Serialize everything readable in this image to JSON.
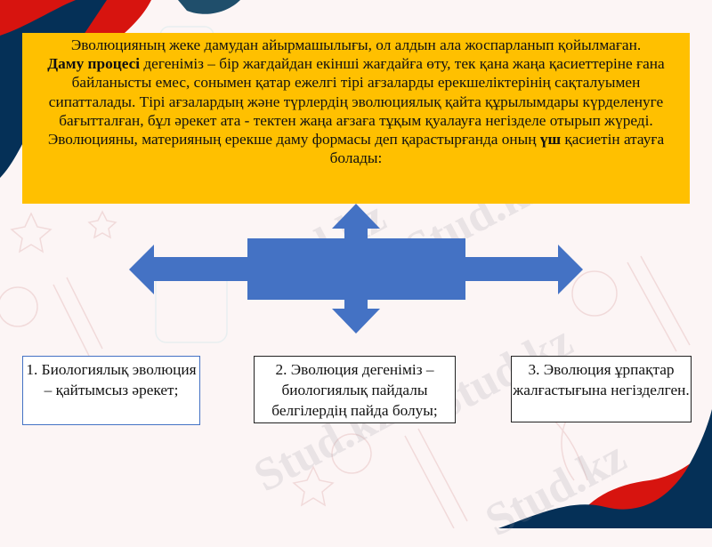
{
  "slide": {
    "intro": {
      "line1": "Эволюцияның жеке дамудан айырмашылығы, ол алдын ала жоспарланып қойылмаған.",
      "term_bold": "Даму процесі",
      "definition": " дегеніміз – бір жағдайдан екінші жағдайға өту, тек қана жаңа қасиеттеріне  ғана  байланысты  емес, сонымен  қатар  ежелгі  тірі ағзаларды ерекшеліктерінің сақталуымен сипатталады. Тірі ағзалардың және түрлердің эволюциялық қайта құрылымдары күрделенуге бағытталған, бұл әрекет ата - тектен жаңа ағзаға тұқым қуалауға негізделе отырып жүреді.",
      "line_last_pre": "Эволюцияны, материяның ерекше даму формасы деп қарастырғанда оның ",
      "line_last_bold": "үш",
      "line_last_post": " қасиетін атауға болады:"
    },
    "diagram": {
      "shape": "quad-arrow",
      "color": "#4472c4"
    },
    "properties": [
      {
        "label": "1. Биологиялық эволюция – қайтымсыз әрекет;"
      },
      {
        "label": "2. Эволюция дегеніміз – биологиялық пайдалы белгілердің пайда болуы;"
      },
      {
        "label": "3. Эволюция ұрпақтар жалғастығына негізделген."
      }
    ],
    "watermark": "Stud.kz",
    "colors": {
      "highlight_box": "#ffc000",
      "arrow": "#4472c4",
      "accent_red": "#d7140f",
      "accent_navy": "#053057",
      "background": "#fcf5f5"
    }
  }
}
